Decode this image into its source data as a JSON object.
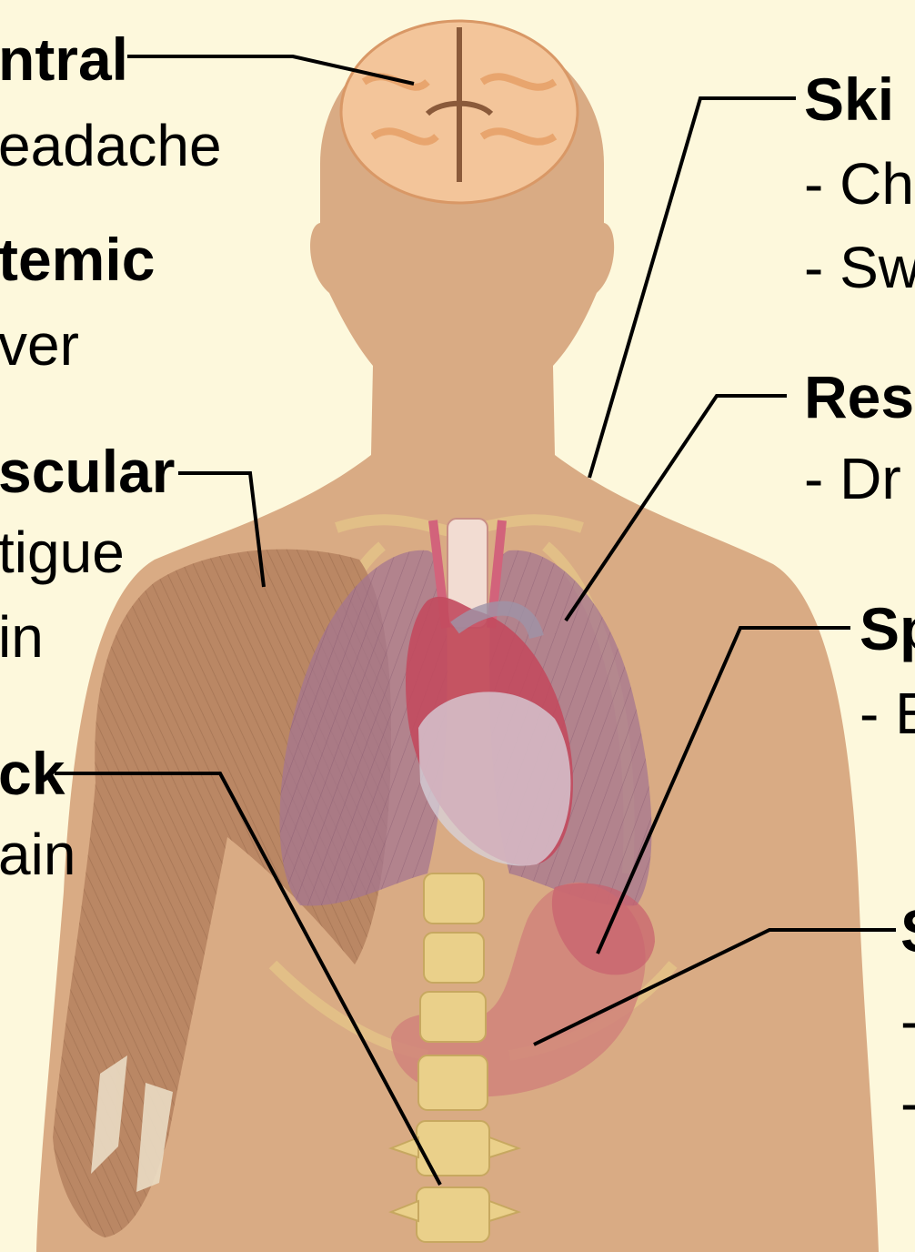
{
  "left_labels": [
    {
      "heading": "ntral",
      "symptoms": [
        "eadache"
      ]
    },
    {
      "heading": "temic",
      "symptoms": [
        "ver"
      ]
    },
    {
      "heading": "scular",
      "symptoms": [
        "tigue",
        "in"
      ]
    },
    {
      "heading": "ck",
      "symptoms": [
        "ain"
      ]
    }
  ],
  "right_labels": [
    {
      "heading": "Ski",
      "symptoms": [
        "- Ch",
        "- Sw"
      ]
    },
    {
      "heading": "Res",
      "symptoms": [
        "- Dr"
      ]
    },
    {
      "heading": "Sp",
      "symptoms": [
        "- E"
      ]
    },
    {
      "heading": "S",
      "symptoms": [
        "-",
        "-"
      ]
    }
  ],
  "bottom_heading": "",
  "colors": {
    "background": "#fdf8dc",
    "body_skin": "#d9ab84",
    "muscle": "#b88562",
    "lungs": "#a47590",
    "heart": "#c24a5e",
    "brain": "#f3c59a",
    "bone": "#ead08a",
    "stomach": "#d0837a",
    "leader_line": "#000000"
  }
}
